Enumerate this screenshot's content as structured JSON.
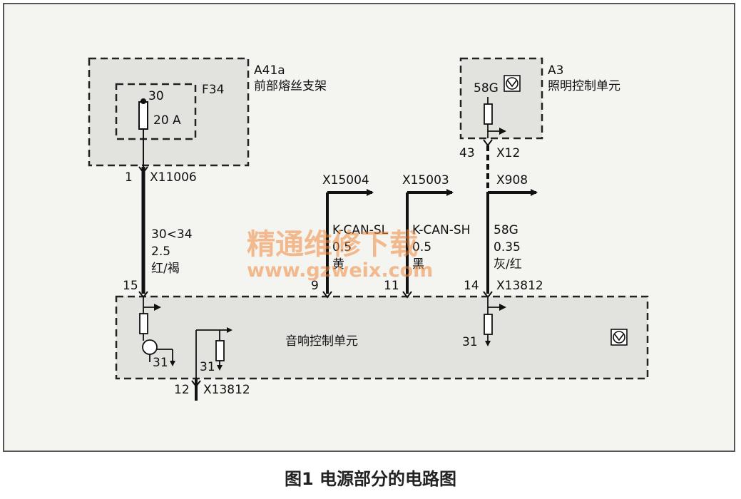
{
  "modules": {
    "fuse_carrier": {
      "code": "A41a",
      "name": "前部熔丝支架"
    },
    "fuse": {
      "code": "F34",
      "terminal": "30",
      "rating": "20 A"
    },
    "lighting_unit": {
      "code": "A3",
      "name": "照明控制单元",
      "terminal": "58G"
    },
    "audio_unit": {
      "name": "音响控制单元"
    }
  },
  "connectors": {
    "x11006": {
      "pin": "1",
      "name": "X11006"
    },
    "x12": {
      "pin": "43",
      "name": "X12"
    },
    "x15004": {
      "name": "X15004"
    },
    "x15003": {
      "name": "X15003"
    },
    "x908": {
      "name": "X908"
    },
    "x13812_top": {
      "name": "X13812"
    },
    "x13812_bottom": {
      "pin": "12",
      "name": "X13812"
    }
  },
  "wires": {
    "power": {
      "pin": "15",
      "signal": "30<34",
      "gauge": "2.5",
      "color": "红/褐"
    },
    "can_l": {
      "pin": "9",
      "signal": "K-CAN-SL",
      "gauge": "0.5",
      "color": "黄"
    },
    "can_h": {
      "pin": "11",
      "signal": "K-CAN-SH",
      "gauge": "0.5",
      "color": "黑"
    },
    "light": {
      "pin": "14",
      "signal": "58G",
      "gauge": "0.35",
      "color": "灰/红"
    }
  },
  "grounds": {
    "g1": "31",
    "g2": "31",
    "g3": "31"
  },
  "watermark": {
    "text": "精通维修下载",
    "url": "www.gzweix.com"
  },
  "caption": "图1  电源部分的电路图",
  "colors": {
    "box_fill": "#e2e2df",
    "frame_fill": "#f4f4f1",
    "watermark": "#f08a3c"
  }
}
